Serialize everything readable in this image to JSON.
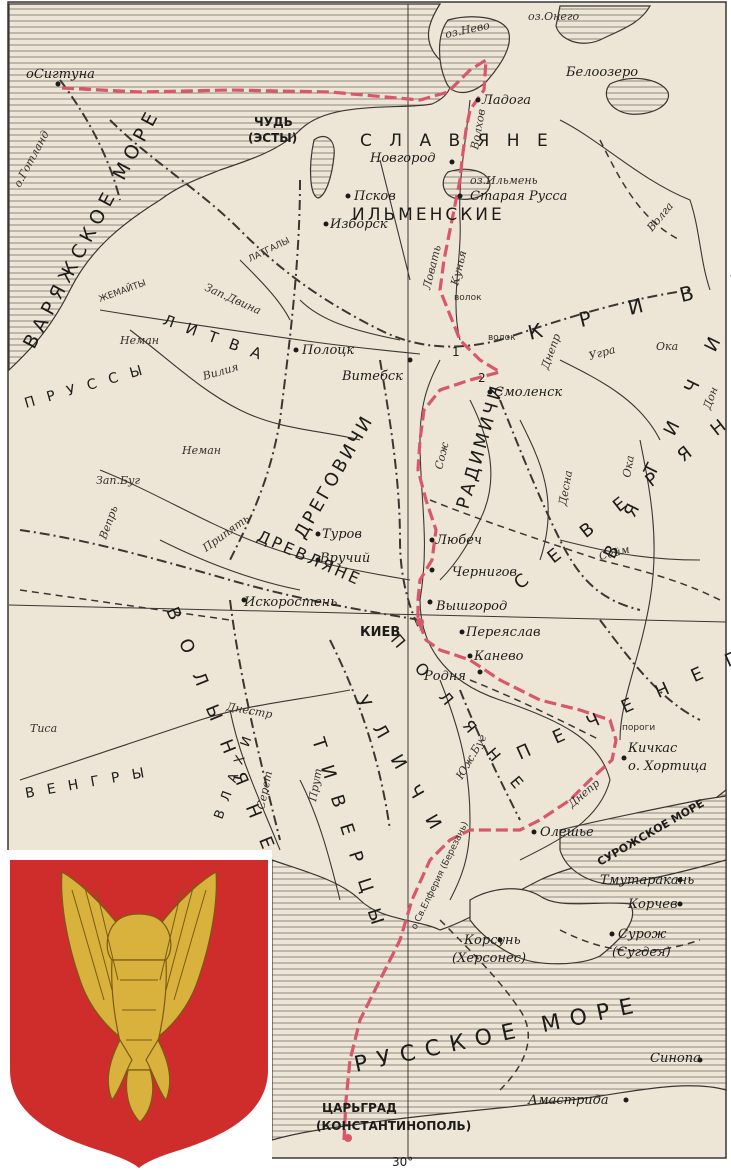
{
  "colors": {
    "paper": "#ede6d6",
    "ink": "#3a3632",
    "route": "#d9576a",
    "shield": "#cf2d2c",
    "bird": "#d8b23c"
  },
  "coordinate_label": "30°",
  "icons": {
    "emblem": "red-shield-golden-falcon-icon"
  },
  "seas": {
    "varangian": "ВАРЯЖСКОЕ МОРЕ",
    "russian": "РУССКОЕ МОРЕ"
  },
  "tribes": {
    "slavyane": "С Л А В Я Н Е",
    "ilmenskie": "ИЛЬМЕНСКИЕ",
    "krivichi": "К Р И В И Ч И",
    "vyatichi": "В Я Т И Ч И",
    "radimichi": "РАДИМИЧИ",
    "dregovichi": "ДРЕГОВИЧИ",
    "drevlyane": "ДРЕВЛЯНЕ",
    "polyane": "П О Л Я Н Е",
    "severyane": "С Е В Е Р Я Н Е",
    "volynyane": "В О Л Ы Н Я Н Е",
    "pechenegi": "П Е Ч Е Н Е Г И",
    "tivertsy": "Т И В Е Р Ц Ы",
    "ulichi": "У Л И Ч И",
    "litva": "Л И Т В А",
    "prussy": "П Р У С С Ы",
    "vengry": "В Е Н Г Р Ы",
    "vlakhi": "В Л А Х И",
    "chud": "ЧУДЬ",
    "esty": "(ЭСТЫ)",
    "zhemaity": "ЖЕМАЙТЫ",
    "latgaly": "ЛАТГАЛЫ"
  },
  "cities": {
    "sigtuna": "оСигтуна",
    "gotland": "о.Готланд",
    "ladoga": "Ладога",
    "beloozero": "Белоозеро",
    "novgorod": "Новгород",
    "staraya_russa": "Старая Русса",
    "pskov": "Псков",
    "izborsk": "Изборск",
    "polotsk": "Полоцк",
    "vitebsk": "Витебск",
    "smolensk": "Смоленск",
    "lyubech": "Любеч",
    "chernigov": "Чернигов",
    "turov": "Туров",
    "vruchiy": "Вручий",
    "iskorosten": "Искоростень",
    "vyshgorod": "Вышгород",
    "kiev": "КИЕВ",
    "pereyaslavl": "Переяслав",
    "kanevo": "Канево",
    "rodnya": "Родня",
    "kichkas": "Кичкас",
    "khortitsa": "о. Хортица",
    "oleshye": "Олешье",
    "tmutarakan": "Тмутаракань",
    "korchev": "Корчев",
    "surozh": "Сурож",
    "sugdeya": "(Сугдея)",
    "korsun": "Корсунь",
    "khersones": "(Херсонес)",
    "sinopa": "Синопа",
    "amastrida": "Амастрида",
    "tsargrad": "ЦАРЬГРАД",
    "konstantinopol": "(КОНСТАНТИНОПОЛЬ)",
    "berezan": "о.Св.Елферия (Березань)"
  },
  "rivers": {
    "onego": "оз.Онего",
    "nevo": "оз.Нево",
    "volkhov": "Волхов",
    "ilmen": "оз.Ильмень",
    "volga": "Волга",
    "lovat": "Ловать",
    "kunya": "Кунья",
    "zap_dvina": "Зап.Двина",
    "neman_north": "Неман",
    "neman_south": "Неман",
    "viliya": "Вилия",
    "dnepr_north": "Днепр",
    "ugra": "Угра",
    "oka": "Ока",
    "oka_south": "Ока",
    "don": "Дон",
    "sozh": "Сож",
    "desna": "Десна",
    "zap_bug": "Зап.Буг",
    "vepr": "Вепрь",
    "pripyat": "Припять",
    "seym": "Сейм",
    "dnestr": "Днестр",
    "tisa": "Тиса",
    "seret": "Серет",
    "prut": "Прут",
    "yuzh_bug": "Юж.Буг",
    "dnepr_south": "Днепр",
    "porogi": "пороги",
    "surozh_sea": "СУРОЖСКОЕ МОРЕ",
    "volok_1": "волок",
    "volok_2": "волок"
  },
  "markers": {
    "m1": "1",
    "m2": "2"
  }
}
